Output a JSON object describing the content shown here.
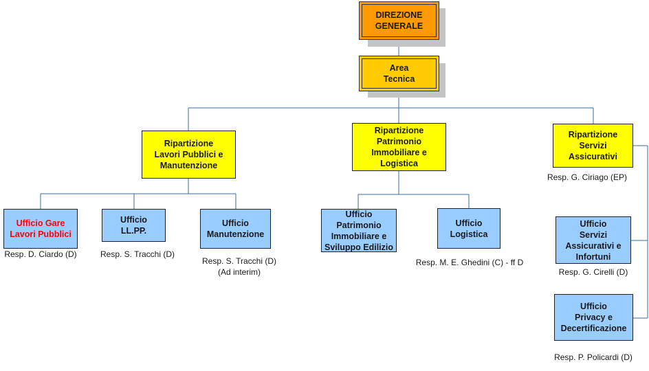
{
  "colors": {
    "direzione": "#ff9900",
    "area": "#ffcc00",
    "ripartizione": "#ffff00",
    "ufficio": "#99ccff",
    "connector": "#3a6ea5",
    "highlight_text": "#ff0000"
  },
  "nodes": {
    "direzione_generale": "DIREZIONE\nGENERALE",
    "area_tecnica": "Area\nTecnica",
    "rip_lavori_pubblici": "Ripartizione\nLavori Pubblici e\nManutenzione",
    "rip_patrimonio": "Ripartizione\nPatrimonio\nImmobiliare e\nLogistica",
    "rip_servizi_assicurativi": "Ripartizione\nServizi\nAssicurativi",
    "uff_gare": "Ufficio Gare\nLavori Pubblici",
    "uff_llpp": "Ufficio\nLL.PP.",
    "uff_manutenzione": "Ufficio\nManutenzione",
    "uff_patrimonio": "Ufficio\nPatrimonio\nImmobiliare e\nSviluppo Edilizio",
    "uff_logistica": "Ufficio\nLogistica",
    "uff_servizi_assicurativi": "Ufficio\nServizi\nAssicurativi e\nInfortuni",
    "uff_privacy": "Ufficio\nPrivacy e\nDecertificazione"
  },
  "responsabili": {
    "rip_servizi_assicurativi": "Resp. G. Ciriago (EP)",
    "uff_gare": "Resp. D. Ciardo (D)",
    "uff_llpp": "Resp. S. Tracchi (D)",
    "uff_manutenzione": "Resp. S. Tracchi (D)\n(Ad interim)",
    "uff_logistica": "Resp. M. E. Ghedini (C) -   ff D",
    "uff_servizi_assicurativi": "Resp. G. Cirelli (D)",
    "uff_privacy": "Resp. P. Policardi (D)"
  }
}
